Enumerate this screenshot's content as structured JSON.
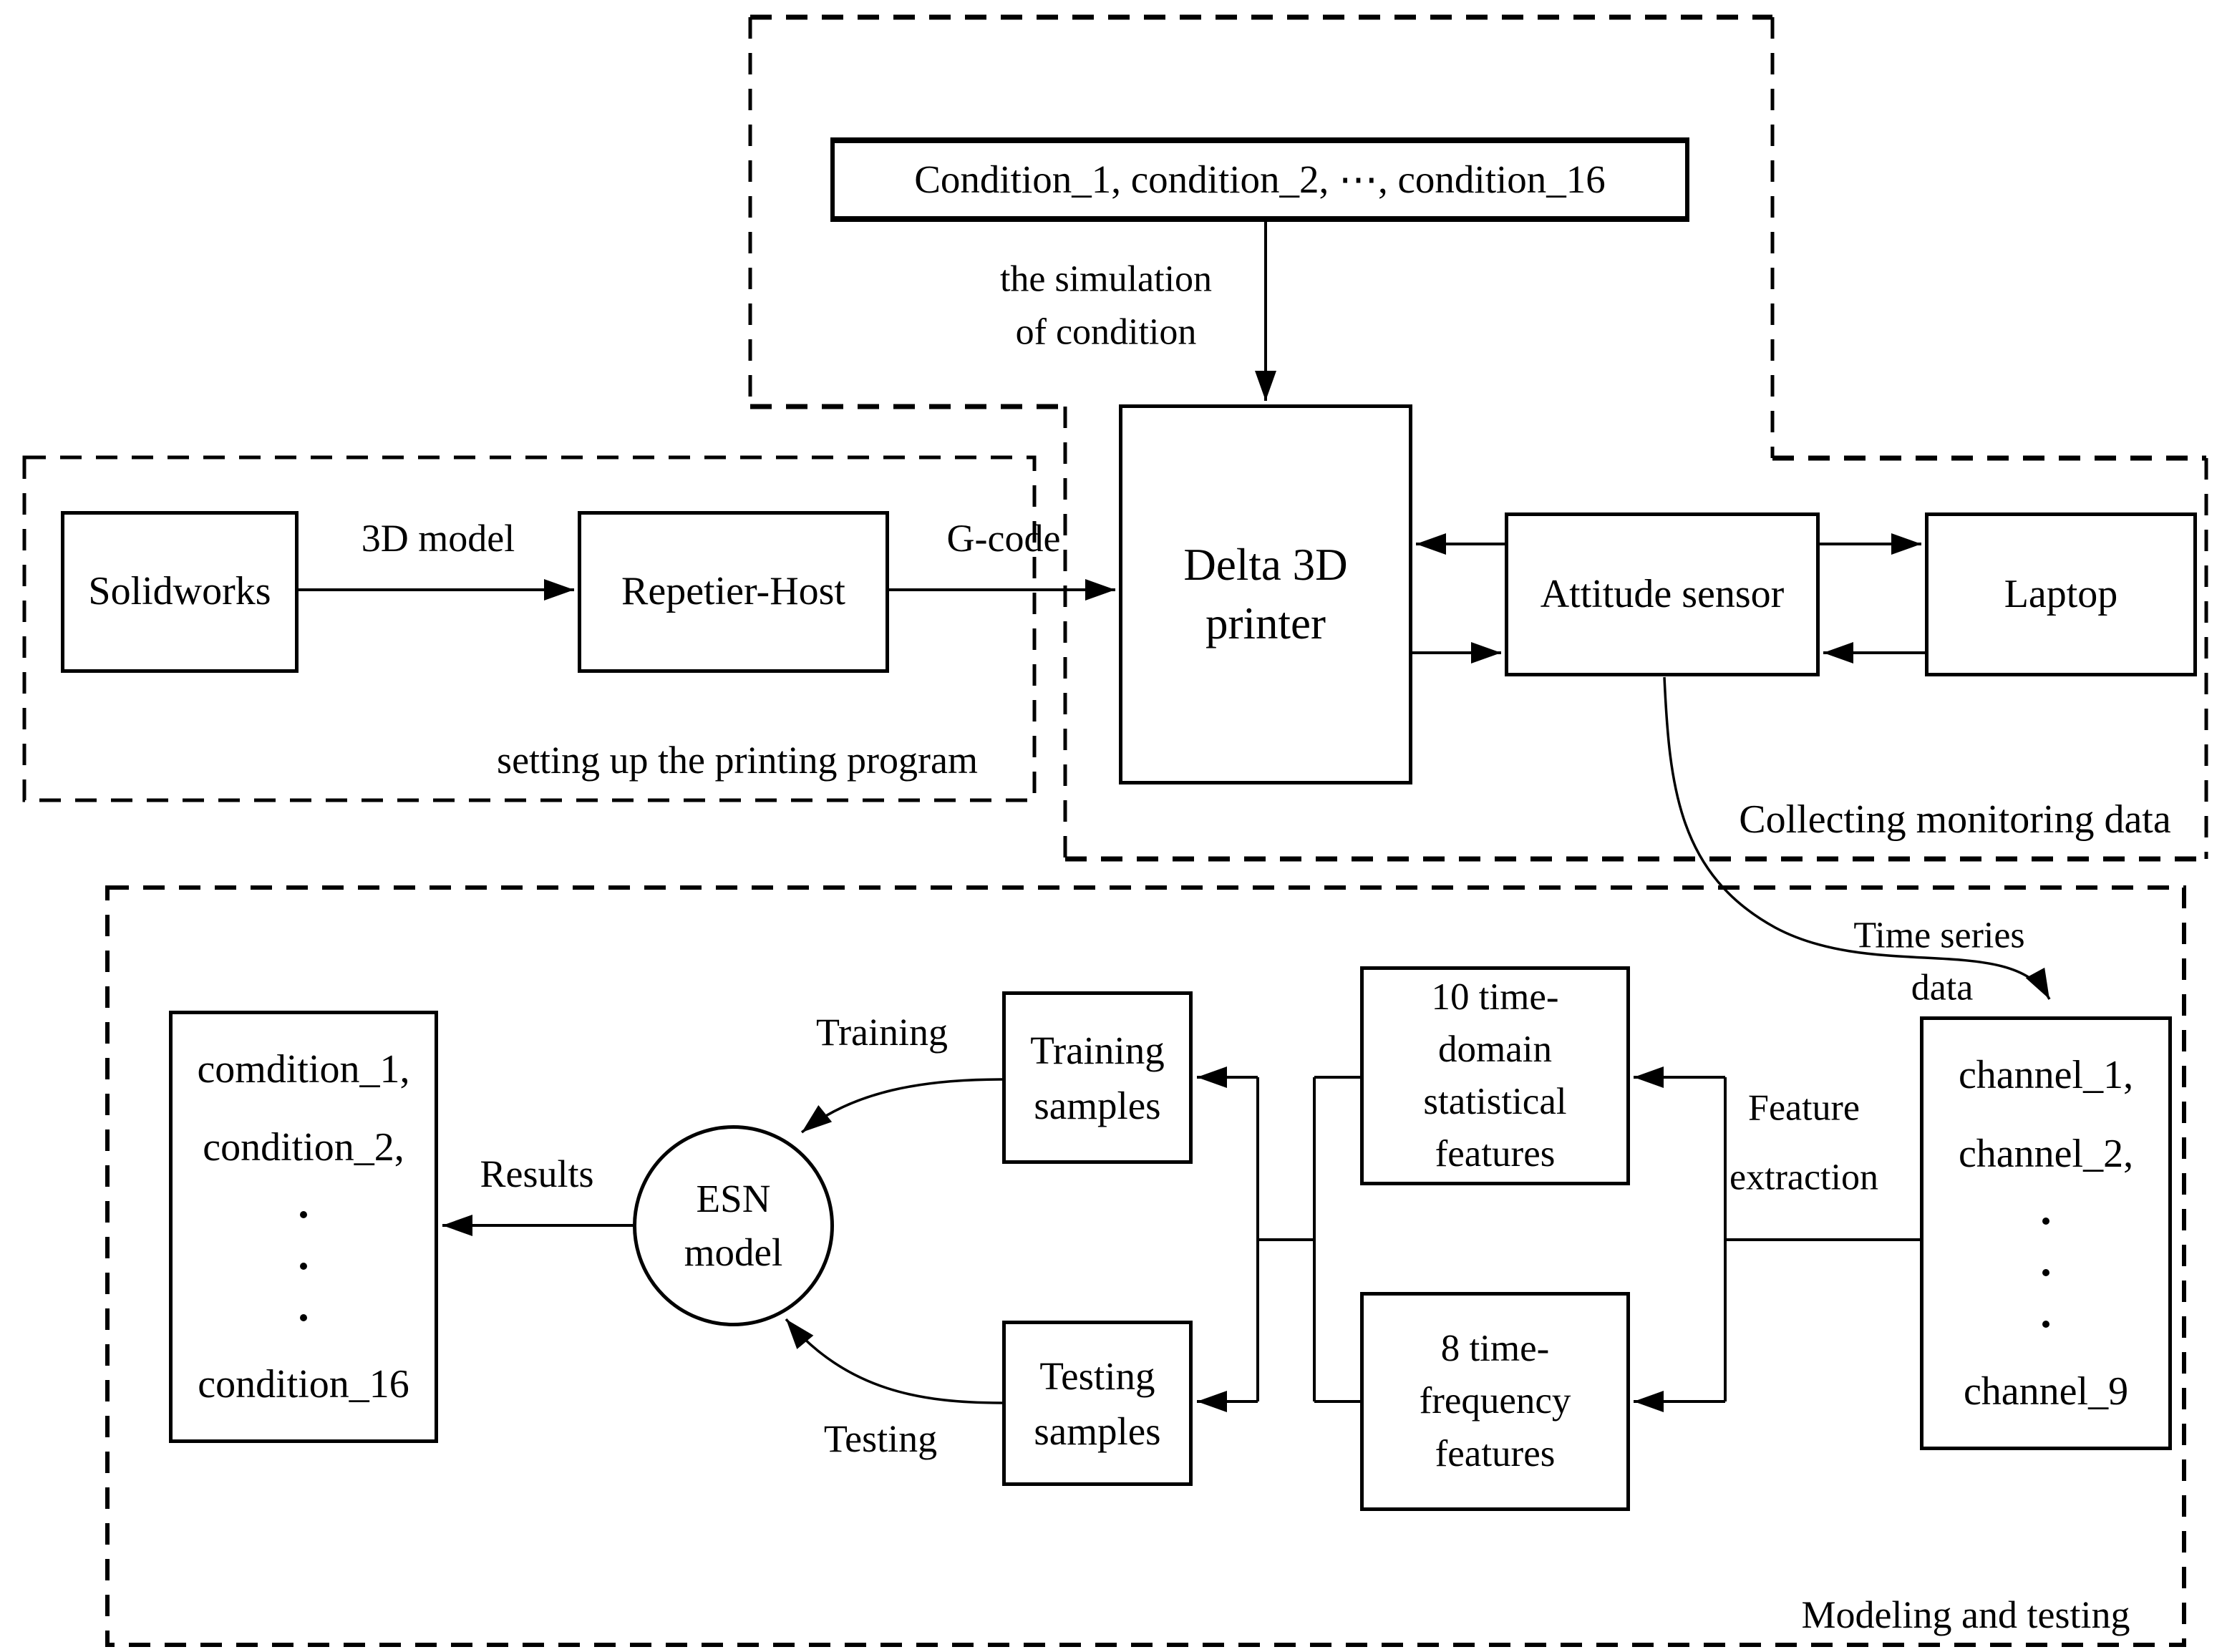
{
  "regions": {
    "setup_caption": "setting up the printing program",
    "collect_caption": "Collecting monitoring data",
    "modeling_caption": "Modeling and testing"
  },
  "nodes": {
    "condition_list": {
      "label": "Condition_1, condition_2, ⋯, condition_16"
    },
    "solidworks": {
      "label": "Solidworks"
    },
    "repetier": {
      "label": "Repetier-Host"
    },
    "delta_printer": {
      "line1": "Delta 3D",
      "line2": "printer"
    },
    "attitude_sensor": {
      "label": "Attitude sensor"
    },
    "laptop": {
      "label": "Laptop"
    },
    "channels": {
      "line1": "channel_1,",
      "line2": "channel_2,",
      "last": "channel_9"
    },
    "time_domain_features": {
      "line1": "10 time-",
      "line2": "domain",
      "line3": "statistical",
      "line4": "features"
    },
    "time_frequency_features": {
      "line1": "8 time-",
      "line2": "frequency",
      "line3": "features"
    },
    "training_samples": {
      "line1": "Training",
      "line2": "samples"
    },
    "testing_samples": {
      "line1": "Testing",
      "line2": "samples"
    },
    "esn_model": {
      "line1": "ESN",
      "line2": "model"
    },
    "result_conditions": {
      "line1": "comdition_1,",
      "line2": "condition_2,",
      "last": "condition_16"
    }
  },
  "edge_labels": {
    "model_3d": "3D model",
    "g_code": "G-code",
    "simulation_line1": "the simulation",
    "simulation_line2": "of condition",
    "time_series_line1": "Time series",
    "time_series_line2": "data",
    "feature_extraction_line1": "Feature",
    "feature_extraction_line2": "extraction",
    "training": "Training",
    "testing": "Testing",
    "results": "Results"
  }
}
